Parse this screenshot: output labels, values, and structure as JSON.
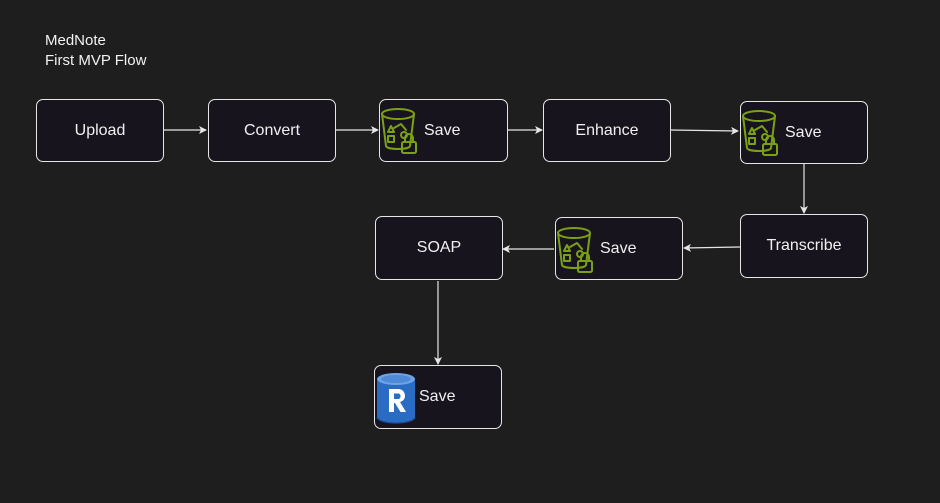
{
  "diagram": {
    "title_line1": "MedNote",
    "title_line2": "First MVP Flow",
    "nodes": {
      "upload": "Upload",
      "convert": "Convert",
      "save_1": "Save",
      "enhance": "Enhance",
      "save_2": "Save",
      "transcribe": "Transcribe",
      "save_3": "Save",
      "soap": "SOAP",
      "save_4": "Save"
    },
    "icons": {
      "storage_bucket": "storage-bucket-lock-icon",
      "redis_database": "redis-database-icon"
    },
    "colors": {
      "background": "#1e1e1e",
      "node_fill": "#18141d",
      "node_border": "#e6e6e6",
      "bucket_icon": "#7aa116",
      "database_icon": "#2a6cc4",
      "connector": "#e6e6e6"
    }
  }
}
